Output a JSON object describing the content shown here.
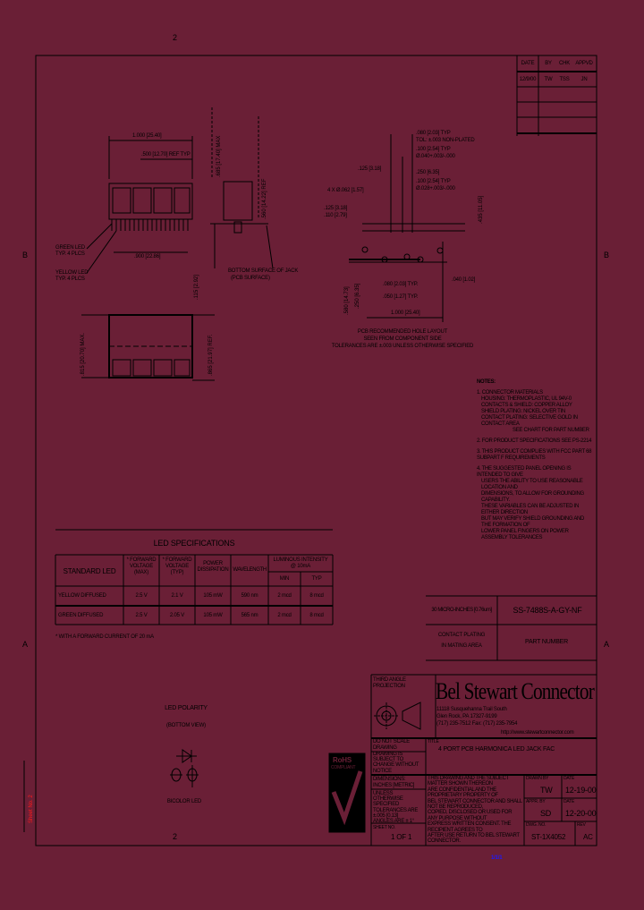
{
  "zones": {
    "top": "2",
    "bottom": "2",
    "left_upper": "B",
    "right_upper": "B",
    "left_lower": "A",
    "right_lower": "A"
  },
  "revision_table": {
    "headers": [
      "DATE",
      "BY",
      "CHK",
      "APPVD"
    ],
    "rows": [
      [
        "12/9/00",
        "TW",
        "TSS",
        "JN"
      ]
    ]
  },
  "front_view": {
    "dim_width": "1.000 [25.40]",
    "dim_pitch": ".500 [12.70] REF TYP",
    "dim_base": ".900 [22.86]",
    "label_green": "GREEN LED",
    "label_green_pos": "TYP. 4 PLCS",
    "label_yellow": "YELLOW LED",
    "label_yellow_pos": "TYP. 4 PLCS"
  },
  "side_view": {
    "dim_height": ".685 [17.40] MAX",
    "dim_ref": ".560 [14.22] REF",
    "dim_body": ".115 [2.92]",
    "bottom_note": "BOTTOM SURFACE OF JACK",
    "bottom_note2": "(PCB SURFACE)"
  },
  "bottom_view": {
    "dim_left": ".815 [20.70] MAX.",
    "dim_right": ".865 [21.97] REF."
  },
  "pcb_layout": {
    "d1": ".080 [2.03] TYP",
    "d1b": "TOL: ±.003 NON-PLATED",
    "d2": ".100 [2.54] TYP",
    "d2b": "Ø.040+.003/-.000",
    "d3": ".125 [3.18]",
    "d4": ".100 [2.54] TYP",
    "d4b": "Ø.028+.003/-.000",
    "d5": ".250 [6.35]",
    "d6": "4 X Ø.062 [1.57]",
    "d7": ".435 [11.05]",
    "d8": ".125 [3.18]",
    "d9": ".110 [2.79]",
    "d10": ".080 [2.03] TYP.",
    "d11": ".050 [1.27] TYP.",
    "d12": "1.000 [25.40]",
    "d13": ".040 [1.02]",
    "d14": ".580 [14.73]",
    "d15": ".250 [6.35]",
    "cap1": "PCB RECOMMENDED HOLE LAYOUT",
    "cap2": "SEEN FROM COMPONENT SIDE",
    "cap3": "TOLERANCES ARE ±.003 UNLESS OTHERWISE SPECIFIED"
  },
  "notes": {
    "title": "NOTES:",
    "items": [
      "1. CONNECTOR MATERIALS",
      "HOUSING: THERMOPLASTIC, UL 94V-0",
      "CONTACTS & SHIELD: COPPER ALLOY",
      "SHIELD PLATING: NICKEL OVER TIN",
      "CONTACT PLATING: SELECTIVE GOLD IN CONTACT AREA",
      "SEE CHART FOR PART NUMBER",
      "2. FOR PRODUCT SPECIFICATIONS SEE PS-2214",
      "3. THIS PRODUCT COMPLIES WITH FCC PART 68 SUBPART F REQUIREMENTS",
      "4. THE SUGGESTED PANEL OPENING IS INTENDED TO GIVE",
      "USERS THE ABILITY TO USE REASONABLE LOCATION AND",
      "DIMENSIONS, TO ALLOW FOR GROUNDING CAPABILITY.",
      "THESE VARIABLES CAN BE ADJUSTED IN EITHER DIRECTION",
      "BUT MAY VERIFY SHIELD GROUNDING AND THE FORMATION OF",
      "LOWER PANEL FINGERS ON POWER ASSEMBLY TOLERANCES"
    ]
  },
  "led_specs": {
    "title": "LED SPECIFICATIONS",
    "headers": [
      "STANDARD LED",
      "* FORWARD VOLTAGE (MAX)",
      "* FORWARD VOLTAGE (TYP)",
      "POWER DISSIPATION",
      "WAVELENGTH",
      "LUMINOUS INTENSITY @ 10mA"
    ],
    "sub_headers": [
      "MIN",
      "TYP"
    ],
    "rows": [
      [
        "YELLOW DIFFUSED",
        "2.5 V",
        "2.1 V",
        "105 mW",
        "590 nm",
        "2 mcd",
        "8 mcd"
      ],
      [
        "GREEN DIFFUSED",
        "2.5 V",
        "2.05 V",
        "105 mW",
        "565 nm",
        "2 mcd",
        "8 mcd"
      ]
    ],
    "footnote": "* WITH A FORWARD CURRENT OF 20 mA"
  },
  "led_polarity": {
    "title": "LED POLARITY",
    "subtitle": "(BOTTOM VIEW)",
    "caption": "BICOLOR LED"
  },
  "part_table": {
    "plating": "30 MICRO-INCHES [0.76um]",
    "part": "SS-7488S-A-GY-NF",
    "plating_label1": "CONTACT PLATING",
    "plating_label2": "IN MATING AREA",
    "part_label": "PART NUMBER"
  },
  "title_block": {
    "projection": "THIRD ANGLE PROJECTION",
    "company": "Bel Stewart Connector",
    "address1": "11118 Susquehanna Trail South",
    "address2": "Glen Rock, PA  17327-9199",
    "phone": "(717) 235-7512   Fax: (717) 235-7954",
    "web": "http://www.stewartconnector.com",
    "noscale": "DO NOT SCALE DRAWING",
    "subject1": "DRAWING IS SUBJECT TO",
    "subject2": "CHANGE WITHOUT NOTICE",
    "title_label": "TITLE",
    "title": "4 PORT PCB HARMONICA LED JACK FAC",
    "dims": "DIMENSIONS: INCHES [METRIC]",
    "tol1": "UNLESS OTHERWISE SPECIFIED",
    "tol2": "TOLERANCES ARE ±.005 [0.13]",
    "tol3": "ANGLES ARE ± 1°",
    "sheet_label": "SHEET NO.",
    "sheet": "1 OF 1",
    "prop": [
      "THIS DRAWING AND THE SUBJECT MATTER SHOWN THEREON",
      "ARE CONFIDENTIAL AND THE PROPRIETARY PROPERTY OF",
      "BEL STEWART CONNECTOR AND SHALL NOT BE REPRODUCED,",
      "COPIED, DISCLOSED OR USED FOR ANY PURPOSE WITHOUT",
      "EXPRESS WRITTEN CONSENT. THE RECIPIENT AGREES TO",
      "AFTER USE RETURN TO BEL STEWART CONNECTOR."
    ],
    "drawn_label": "DRAWN BY",
    "drawn": "TW",
    "drawn_date_label": "DATE",
    "drawn_date": "12-19-00",
    "appr_label": "APPR. BY",
    "appr": "SD",
    "appr_date_label": "DATE",
    "appr_date": "12-20-00",
    "dwg_label": "DWG. NO.",
    "dwg": "ST-1X4052",
    "rev_label": "REV",
    "rev": "AC",
    "rohs": "RoHS",
    "rohs_sub": "COMPLIANT"
  },
  "margin_red": "Sheet No. 2",
  "stamp_blue": "1/1/1",
  "colors": {
    "background": "#6a1f36",
    "ink": "#000000",
    "stamp": "#1a1aff",
    "margin": "#ff1a1a"
  }
}
